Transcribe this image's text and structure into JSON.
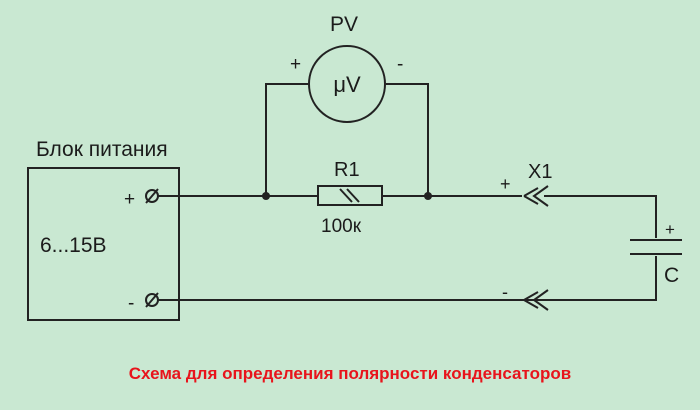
{
  "voltmeter": {
    "designator": "PV",
    "symbol": "μV",
    "plus": "+",
    "minus": "-"
  },
  "power_supply": {
    "title": "Блок питания",
    "voltage": "6...15В",
    "plus_terminal": "+",
    "minus_terminal": "-"
  },
  "resistor": {
    "designator": "R1",
    "value": "100к"
  },
  "connector": {
    "designator": "X1",
    "plus": "+",
    "minus": "-"
  },
  "capacitor": {
    "designator": "C",
    "plus": "+"
  },
  "caption": "Схема для определения полярности конденсаторов",
  "colors": {
    "background": "#c9e8d2",
    "wire": "#222222",
    "caption": "#e8141c"
  }
}
